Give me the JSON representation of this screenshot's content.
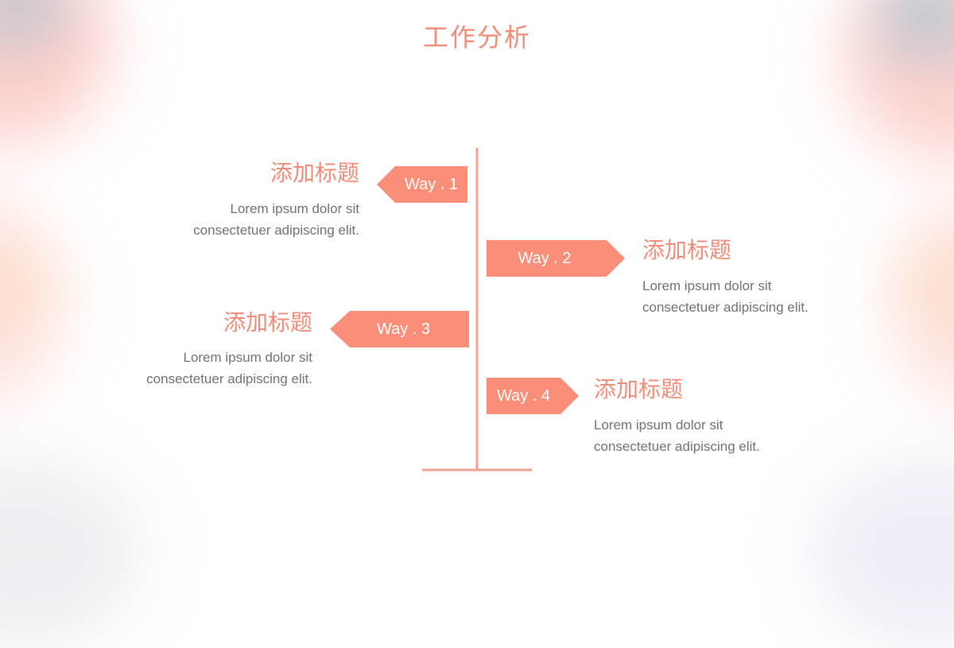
{
  "page": {
    "title": "工作分析"
  },
  "colors": {
    "accent": "#f08c78",
    "arrow_fill": "#fa8e79",
    "text_gray": "#707070"
  },
  "items": [
    {
      "way": "Way . 1",
      "heading": "添加标题",
      "line1": "Lorem ipsum dolor sit",
      "line2": "consectetuer adipiscing elit."
    },
    {
      "way": "Way . 2",
      "heading": "添加标题",
      "line1": "Lorem ipsum dolor sit",
      "line2": "consectetuer adipiscing elit."
    },
    {
      "way": "Way . 3",
      "heading": "添加标题",
      "line1": "Lorem ipsum dolor sit",
      "line2": "consectetuer adipiscing elit."
    },
    {
      "way": "Way . 4",
      "heading": "添加标题",
      "line1": "Lorem ipsum dolor sit",
      "line2": "consectetuer adipiscing elit."
    }
  ]
}
